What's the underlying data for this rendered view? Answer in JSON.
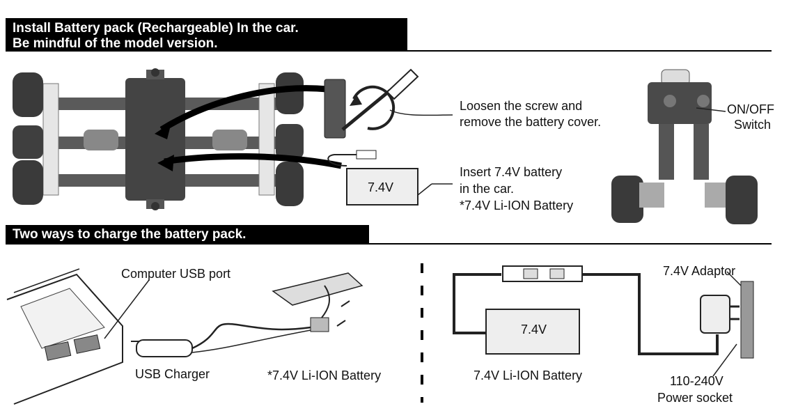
{
  "section1": {
    "title_line1": "Install Battery pack (Rechargeable) In the car.",
    "title_line2": "Be mindful of the model version."
  },
  "steps": {
    "screw_line1": "Loosen the screw and",
    "screw_line2": "remove the battery cover.",
    "insert_line1": "Insert 7.4V battery",
    "insert_line2": "in the car.",
    "insert_line3": "*7.4V Li-ION Battery",
    "battery_label": "7.4V"
  },
  "switch": {
    "line1": "ON/OFF",
    "line2": "Switch"
  },
  "section2": {
    "title": "Two ways to charge the battery pack."
  },
  "usb_method": {
    "port_label": "Computer USB port",
    "charger_label": "USB Charger",
    "battery_label": "*7.4V Li-ION Battery"
  },
  "adaptor_method": {
    "battery_box_label": "7.4V",
    "battery_label": "7.4V Li-ION Battery",
    "adaptor_label": "7.4V Adaptor",
    "voltage_label": "110-240V",
    "socket_label": "Power socket"
  },
  "colors": {
    "banner": "#000000",
    "part_dark": "#4a4a4a",
    "part_light": "#d9d9d9"
  }
}
